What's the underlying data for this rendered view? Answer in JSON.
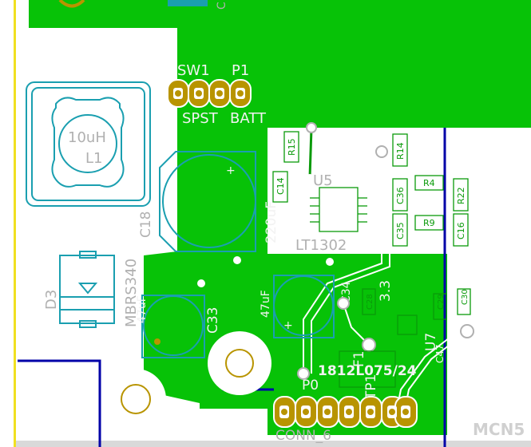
{
  "board": {
    "labels": {
      "sw1": "SW1",
      "p1": "P1",
      "sw1_value": "SPST",
      "p1_value": "BATT",
      "inductor_value": "10uH",
      "inductor_ref": "L1",
      "c18": "C18",
      "c18_value": "220uF",
      "d3": "D3",
      "d3_value": "MBRS340",
      "c33_value": "47uF",
      "c33": "C33",
      "r15": "R15",
      "r14": "R14",
      "c14": "C14",
      "u5": "U5",
      "u5_value": "LT1302",
      "c36": "C36",
      "r4": "R4",
      "r22": "R22",
      "c35": "C35",
      "r9": "R9",
      "c16": "C16",
      "c_47uf_value": "47uF",
      "c28": "C28",
      "c29": "C29",
      "c30": "C30",
      "u7": "U7",
      "c47": "C47",
      "c34": "C34",
      "v33": "3.3",
      "part_1812": "1812L075/24",
      "f1": "F1",
      "tp1": "TP1",
      "p0": "P0",
      "conn": "CONN_6",
      "bottom_text": "MCN5"
    },
    "colors": {
      "copper": "#07c207",
      "silkscreen": "#b0b0b0",
      "fab": "#1a9fb0",
      "pad": "#b89400",
      "board_edge": "#f0e020",
      "trace_blue": "#0000a8"
    }
  }
}
